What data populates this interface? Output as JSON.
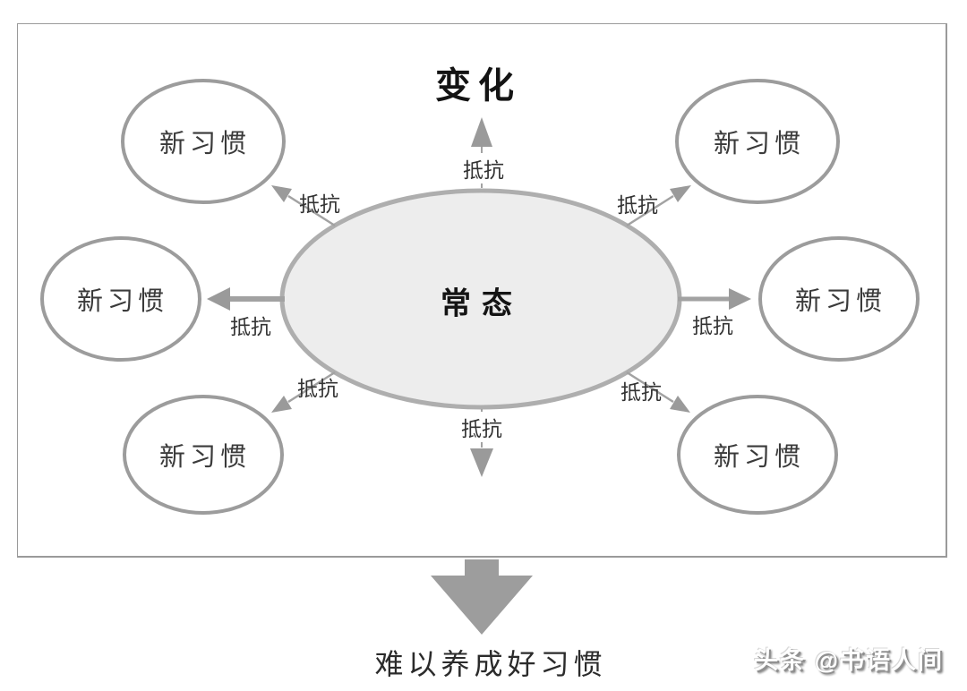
{
  "top": {
    "label": "变化"
  },
  "center": {
    "label": "常态"
  },
  "satellites": [
    {
      "position": "top-left",
      "label": "新习惯"
    },
    {
      "position": "top-right",
      "label": "新习惯"
    },
    {
      "position": "left",
      "label": "新习惯"
    },
    {
      "position": "right",
      "label": "新习惯"
    },
    {
      "position": "bottom-left",
      "label": "新习惯"
    },
    {
      "position": "bottom-right",
      "label": "新习惯"
    }
  ],
  "resist_arrows": [
    {
      "position": "up",
      "label": "抵抗"
    },
    {
      "position": "top-left",
      "label": "抵抗"
    },
    {
      "position": "top-right",
      "label": "抵抗"
    },
    {
      "position": "left",
      "label": "抵抗"
    },
    {
      "position": "right",
      "label": "抵抗"
    },
    {
      "position": "bottom-left",
      "label": "抵抗"
    },
    {
      "position": "bottom-right",
      "label": "抵抗"
    },
    {
      "position": "down",
      "label": "抵抗"
    }
  ],
  "footer": {
    "caption": "难以养成好习惯",
    "watermark": "头条 @书语人间"
  },
  "colors": {
    "frame_border": "#9a9a9a",
    "ellipse_stroke": "#9c9c9c",
    "center_fill": "#ededed",
    "arrow": "#a2a2a2",
    "arrow_head": "#9a9a9a",
    "big_arrow": "#9d9d9d",
    "text": "#2e2e2e",
    "watermark_text": "#ffffff"
  }
}
